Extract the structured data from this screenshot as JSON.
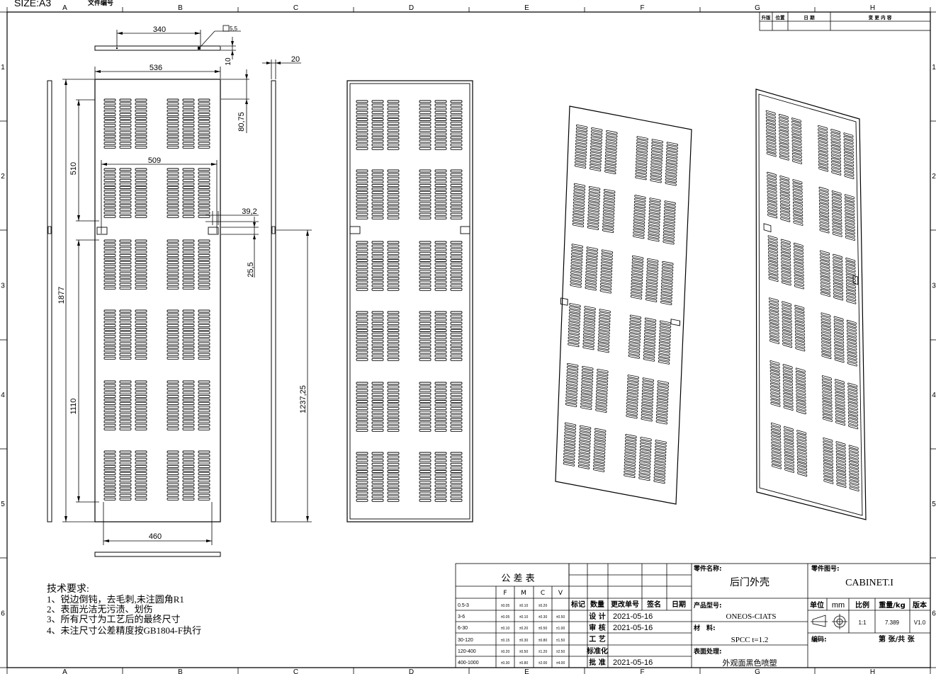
{
  "sheet": {
    "size_label": "SIZE:A3",
    "file_no_label": "文件编号",
    "columns": [
      "A",
      "B",
      "C",
      "D",
      "E",
      "F",
      "G",
      "H"
    ],
    "rows": [
      "1",
      "2",
      "3",
      "4",
      "5",
      "6"
    ]
  },
  "revision_block": {
    "headers": [
      "升版",
      "位置",
      "日 期",
      "变 更 内 容"
    ]
  },
  "dimensions": {
    "d340": "340",
    "d5_5": "5,5",
    "d10": "10",
    "d536": "536",
    "d20": "20",
    "d80_75": "80,75",
    "d510": "510",
    "d509": "509",
    "d39_2": "39,2",
    "d25_5": "25,5",
    "d1877": "1877",
    "d1110": "1110",
    "d1237_25": "1237,25",
    "d460": "460"
  },
  "notes": {
    "title": "技术要求:",
    "items": [
      "1、锐边倒钝，去毛刺,未注圆角R1",
      "2、表面光洁无污渍、划伤",
      "3、所有尺寸为工艺后的最终尺寸",
      "4、未注尺寸公差精度按GB1804-F执行"
    ]
  },
  "tolerance_table": {
    "title": "公 差 表",
    "grades": [
      "F",
      "M",
      "C",
      "V"
    ],
    "rows": [
      {
        "range": "0.5-3",
        "v": [
          "±0.05",
          "±0.10",
          "±0.20",
          ""
        ]
      },
      {
        "range": "3-6",
        "v": [
          "±0.05",
          "±0.10",
          "±0.30",
          "±0.50"
        ]
      },
      {
        "range": "6-30",
        "v": [
          "±0.10",
          "±0.20",
          "±0.50",
          "±1.00"
        ]
      },
      {
        "range": "30-120",
        "v": [
          "±0.15",
          "±0.30",
          "±0.80",
          "±1.50"
        ]
      },
      {
        "range": "120-400",
        "v": [
          "±0.20",
          "±0.50",
          "±1.20",
          "±2.50"
        ]
      },
      {
        "range": "400-1000",
        "v": [
          "±0.30",
          "±0.80",
          "±2.00",
          "±4.00"
        ]
      }
    ]
  },
  "title_block": {
    "rev_headers": [
      "标记",
      "数量",
      "更改单号",
      "签名",
      "日期"
    ],
    "roles": [
      {
        "label": "设 计",
        "date": "2021-05-16"
      },
      {
        "label": "审 核",
        "date": "2021-05-16"
      },
      {
        "label": "工 艺",
        "date": ""
      },
      {
        "label": "标准化",
        "date": ""
      },
      {
        "label": "批 准",
        "date": "2021-05-16"
      }
    ],
    "part_name_label": "零件名称:",
    "part_name": "后门外壳",
    "part_no_label": "零件图号:",
    "part_no": "CABINET.I",
    "product_model_label": "产品型号:",
    "product_model": "ONEOS-CIATS",
    "material_label": "材　料:",
    "material": "SPCC t=1.2",
    "surface_label": "表面处理:",
    "surface": "外观面黑色喷塑",
    "unit_label": "单位",
    "unit": "mm",
    "scale_label": "比例",
    "scale": "1:1",
    "weight_label": "重量/kg",
    "weight": "7.389",
    "version_label": "版本",
    "version": "V1.0",
    "code_label": "编码:",
    "sheet_label": "第  张/共  张"
  }
}
